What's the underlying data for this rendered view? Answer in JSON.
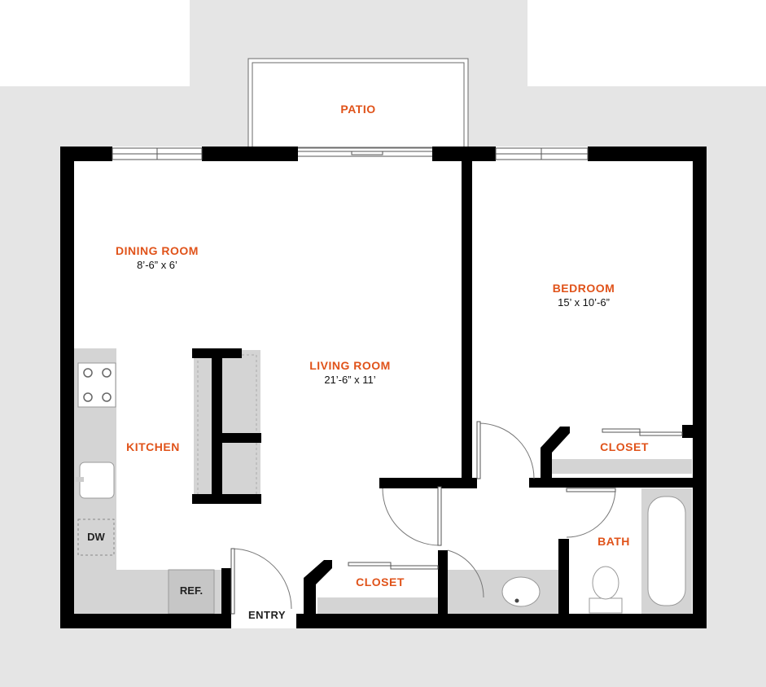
{
  "colors": {
    "wall": "#000000",
    "surround": "#e5e5e5",
    "fixture": "#d4d4d4",
    "label": "#e0531a",
    "text": "#111111"
  },
  "rooms": {
    "patio": "PATIO",
    "dining": {
      "name": "DINING ROOM",
      "size": "8’-6” x 6’"
    },
    "living": {
      "name": "LIVING ROOM",
      "size": "21’-6” x 11’"
    },
    "bedroom": {
      "name": "BEDROOM",
      "size": "15’ x 10’-6”"
    },
    "kitchen": "KITCHEN",
    "bedroom_closet": "CLOSET",
    "entry_closet": "CLOSET",
    "bath": "BATH",
    "entry": "ENTRY"
  },
  "fixtures": {
    "dishwasher": "DW",
    "refrigerator": "REF."
  }
}
